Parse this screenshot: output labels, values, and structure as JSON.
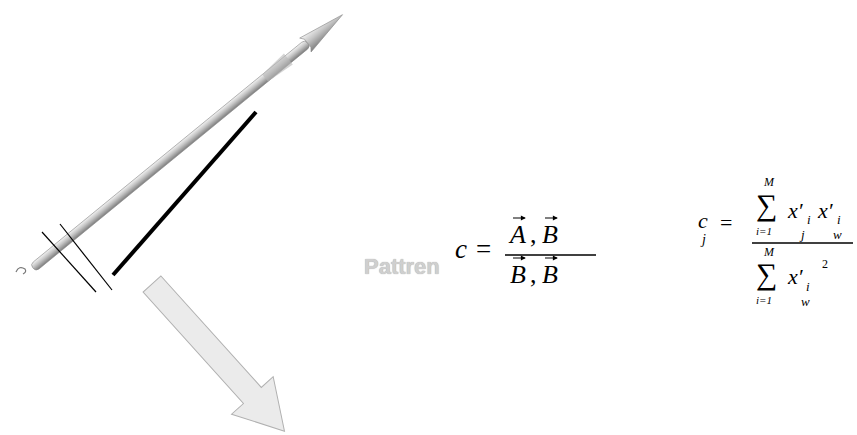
{
  "diagram": {
    "labels": [
      "Pattren",
      "c",
      "=",
      "A",
      ",",
      "B",
      "B",
      ",",
      "B",
      "c",
      "j",
      "=",
      "M",
      "∑",
      "i=1",
      "x′",
      "i",
      "j",
      "x′",
      "i",
      "w",
      "M",
      "∑",
      "i=1",
      "x′",
      "i",
      "w",
      "2"
    ]
  }
}
